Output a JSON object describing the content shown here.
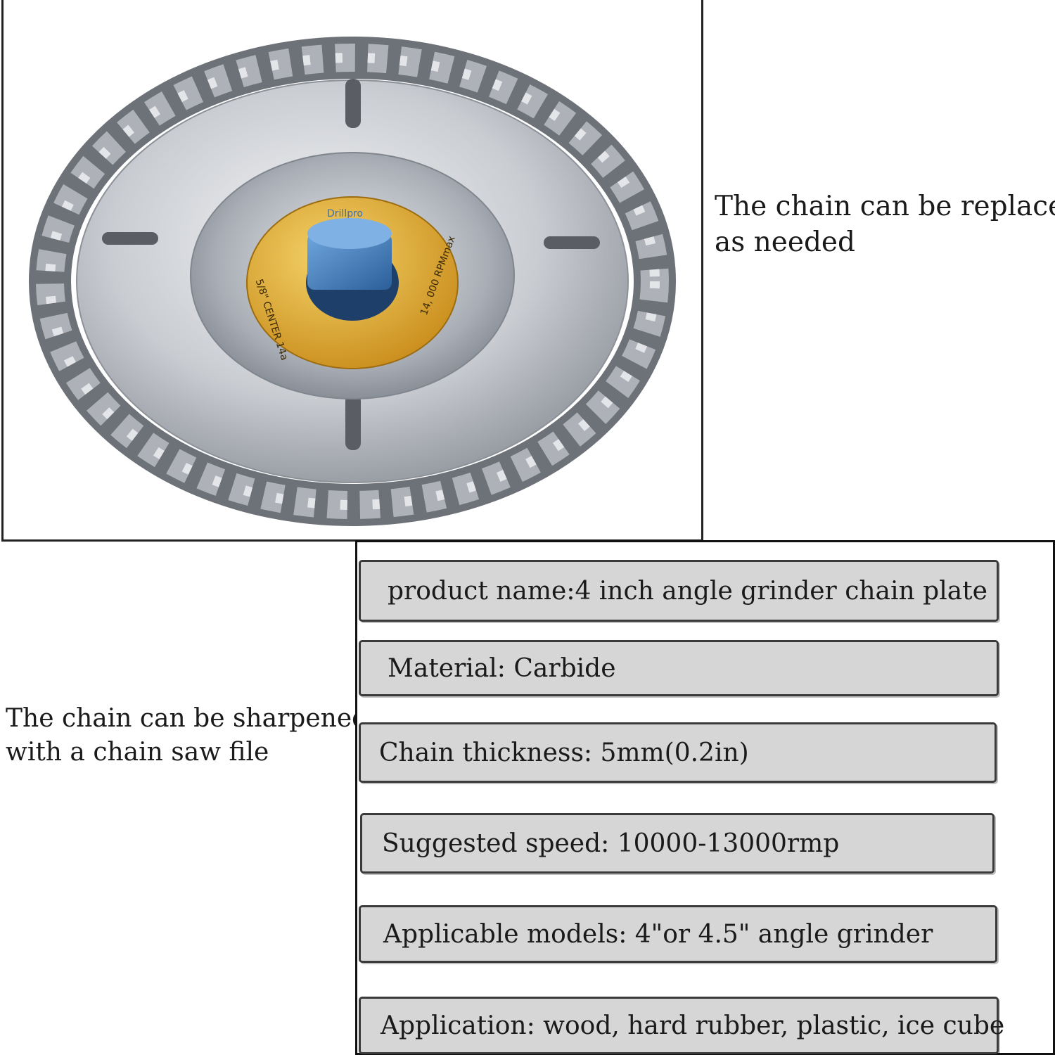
{
  "product_image": {
    "hub_label_brand": "Drillpro",
    "hub_label_size": "5/8\"  CENTER 14a",
    "hub_label_rpm": "14, 000 RPMmax"
  },
  "captions": {
    "replace": [
      "The chain can be replaced",
      "as needed"
    ],
    "sharpen": [
      "The chain can be sharpened",
      "with a chain saw file"
    ]
  },
  "specs": [
    "product name:4 inch angle grinder chain plate",
    "Material: Carbide",
    "Chain thickness: 5mm(0.2in)",
    "Suggested speed: 10000-13000rmp",
    "Applicable models: 4\"or 4.5\" angle grinder",
    "Application: wood, hard rubber, plastic, ice cube"
  ],
  "colors": {
    "spec_fill": "#d6d6d6",
    "hub_gold": "#e0a92f",
    "hub_blue": "#3d7fc1",
    "steel": "#c9ccd1"
  }
}
